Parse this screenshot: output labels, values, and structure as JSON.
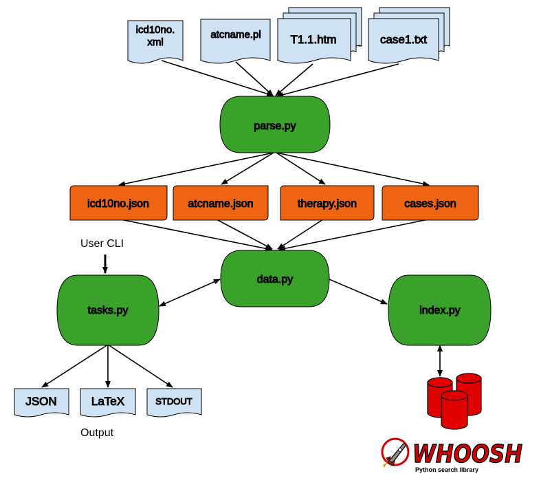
{
  "colors": {
    "doc_fill": "#cfe2f3",
    "doc_stroke": "#000000",
    "process_fill": "#3aa12a",
    "json_fill": "#ee6410",
    "db_fill": "#e00000",
    "arrow": "#000000"
  },
  "inputs": {
    "icd10no": [
      "icd10no.",
      "xml"
    ],
    "atcname": "atcname.pl",
    "t11": "T1.1.htm",
    "case1": "case1.txt"
  },
  "processes": {
    "parse": "parse.py",
    "data": "data.py",
    "tasks": "tasks.py",
    "index": "index.py"
  },
  "json_files": {
    "icd10no": "icd10no.json",
    "atcname": "atcname.json",
    "therapy": "therapy.json",
    "cases": "cases.json"
  },
  "outputs": {
    "json": "JSON",
    "latex": "LaTeX",
    "stdout": "STDOUT"
  },
  "labels": {
    "user_cli": "User CLI",
    "output": "Output"
  },
  "whoosh": {
    "title": "WHOOSH",
    "subtitle": "Python search library",
    "icon": "rocket-icon"
  }
}
